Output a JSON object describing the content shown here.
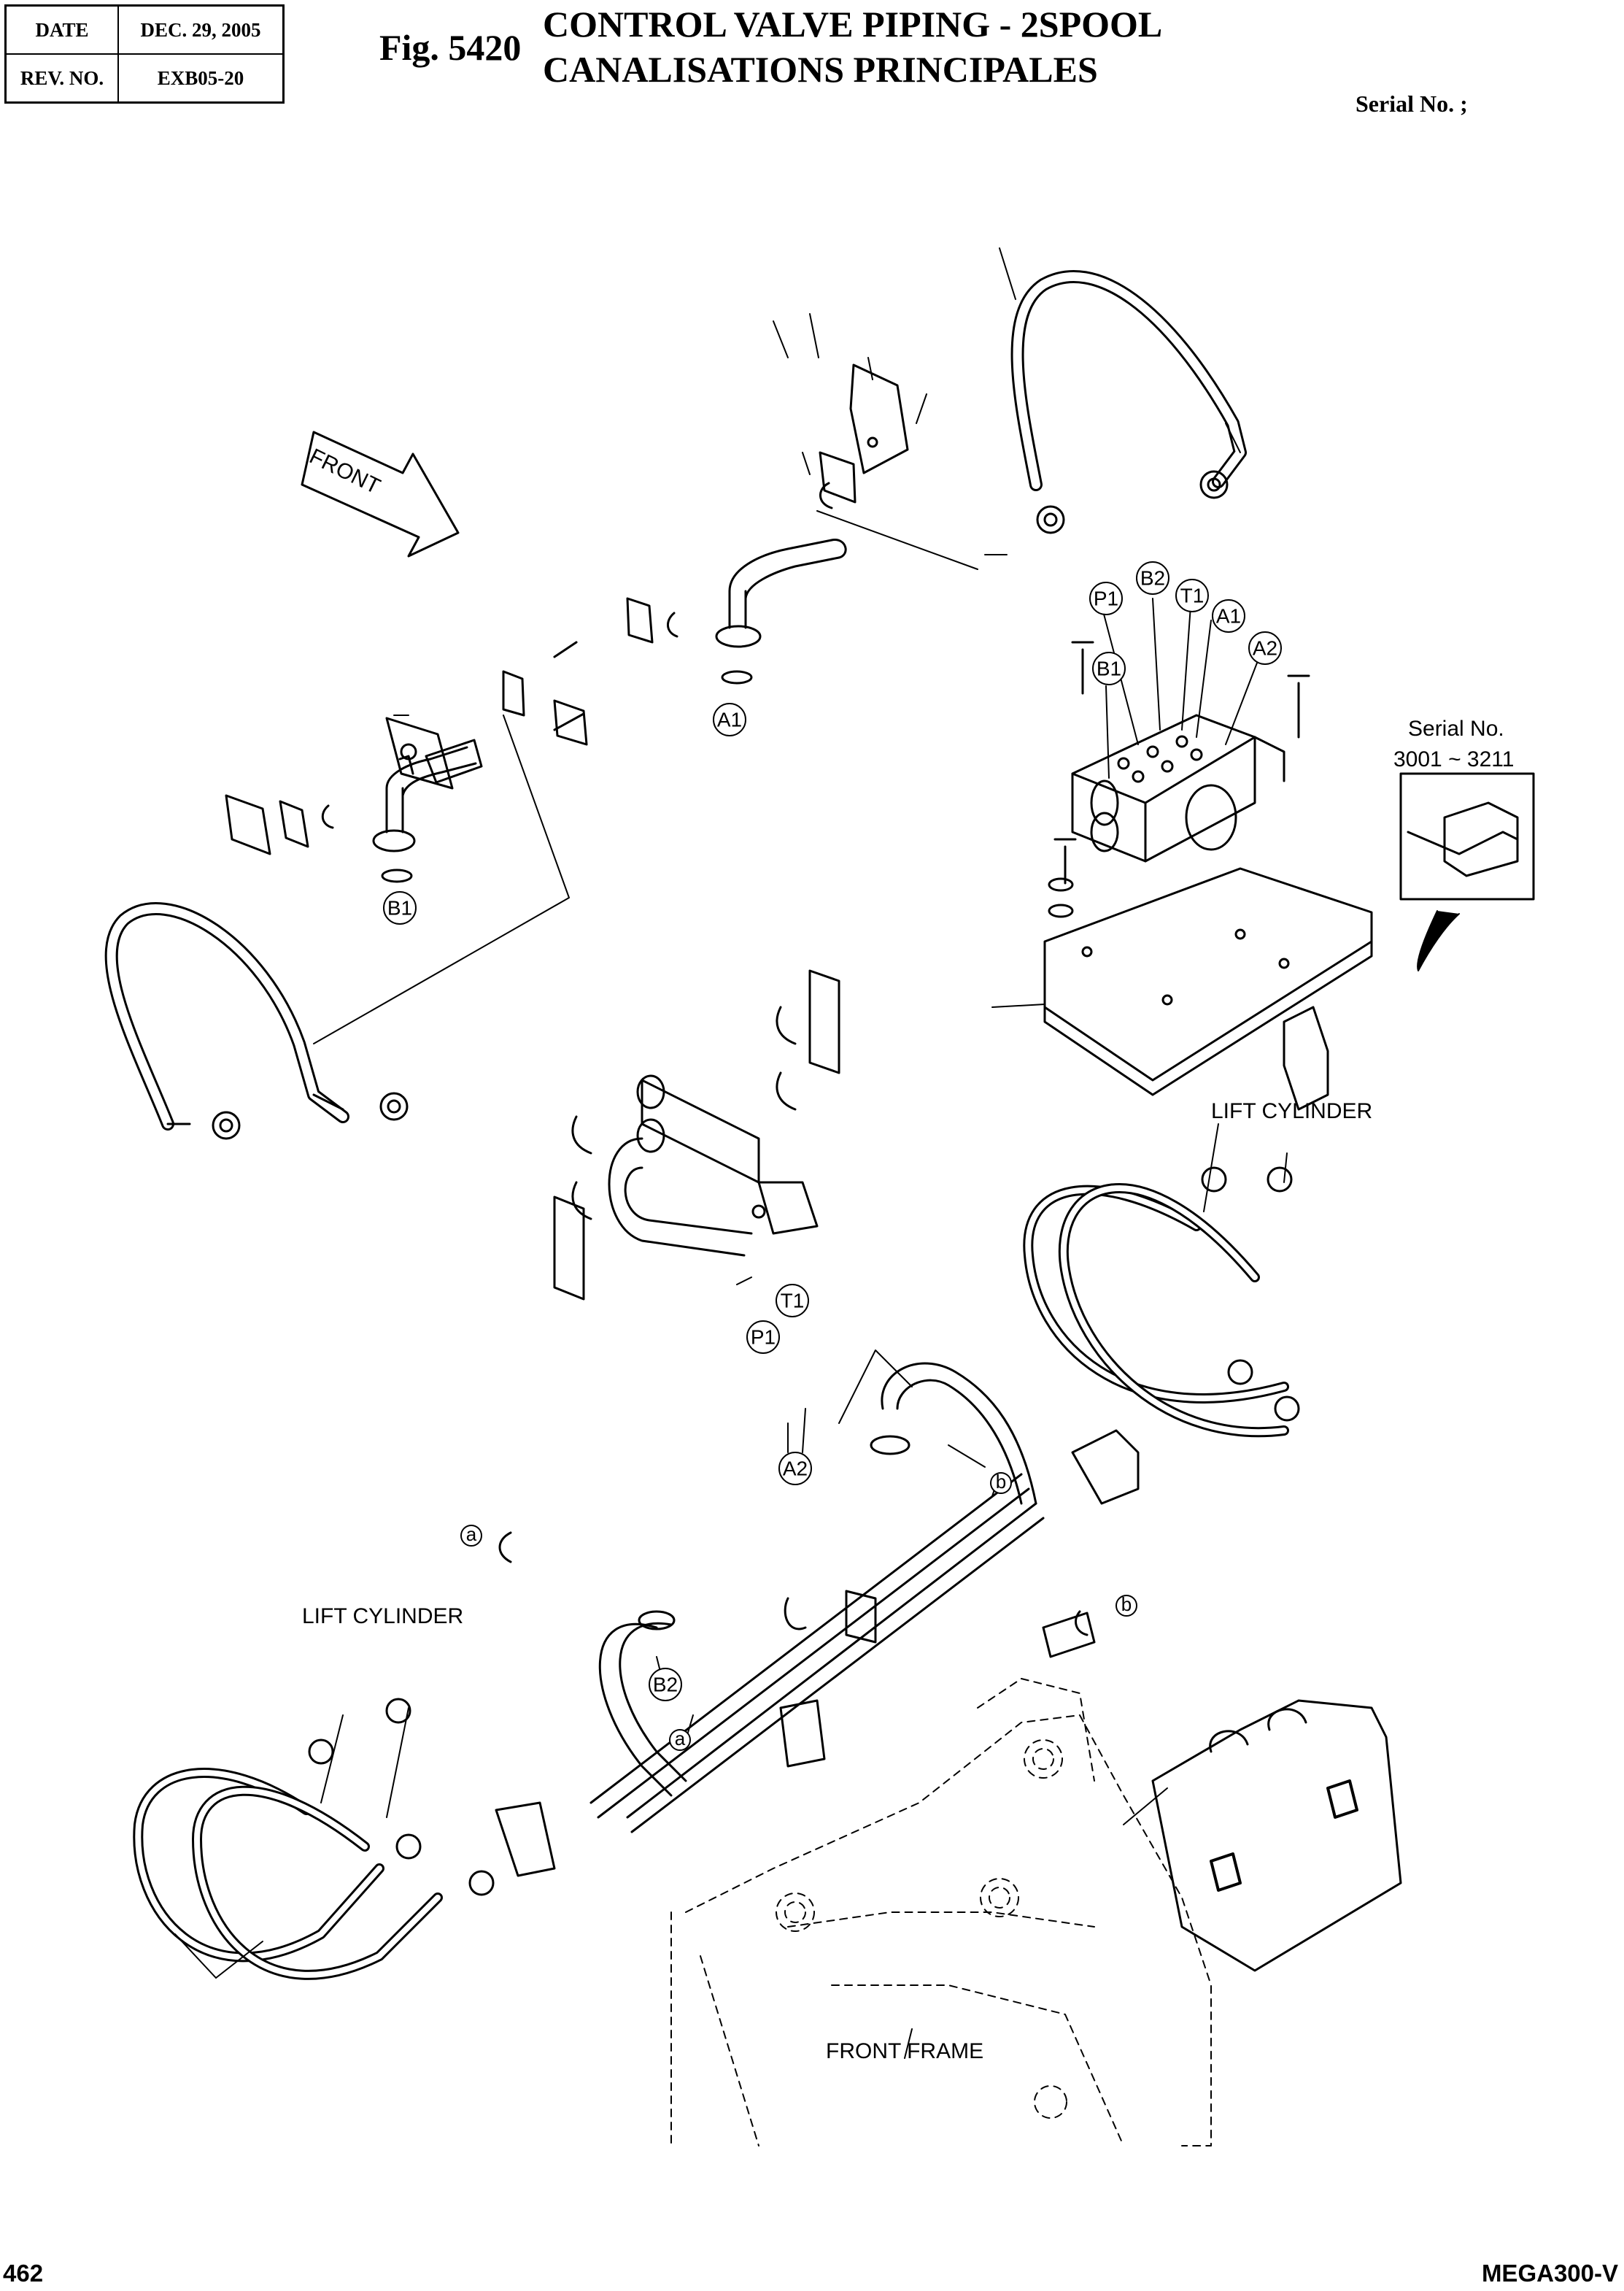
{
  "header": {
    "date_label": "DATE",
    "date_value": "DEC. 29, 2005",
    "rev_label": "REV. NO.",
    "rev_value": "EXB05-20",
    "fig_no": "Fig. 5420",
    "title_en": "CONTROL VALVE PIPING - 2SPOOL",
    "title_fr": "CANALISATIONS PRINCIPALES",
    "serial": "Serial No. ;"
  },
  "diagram": {
    "front_arrow": "FRONT",
    "serial_note": "Serial No.",
    "serial_range": "3001 ~ 3211",
    "lift_cylinder_right": "LIFT CYLINDER",
    "lift_cylinder_left": "LIFT CYLINDER",
    "front_frame": "FRONT FRAME",
    "ports": {
      "valve_p1": "P1",
      "valve_b2": "B2",
      "valve_t1": "T1",
      "valve_a1": "A1",
      "valve_b1": "B1",
      "valve_a2": "A2",
      "pipe_a1": "A1",
      "pipe_b1": "B1",
      "pipe_t1": "T1",
      "pipe_p1": "P1",
      "pipe_a2": "A2",
      "pipe_b2": "B2"
    },
    "refs": {
      "a_left": "a",
      "a_mid": "a",
      "b_mid": "b",
      "b_right": "b"
    }
  },
  "footer": {
    "page_number": "462",
    "model": "MEGA300-V"
  }
}
